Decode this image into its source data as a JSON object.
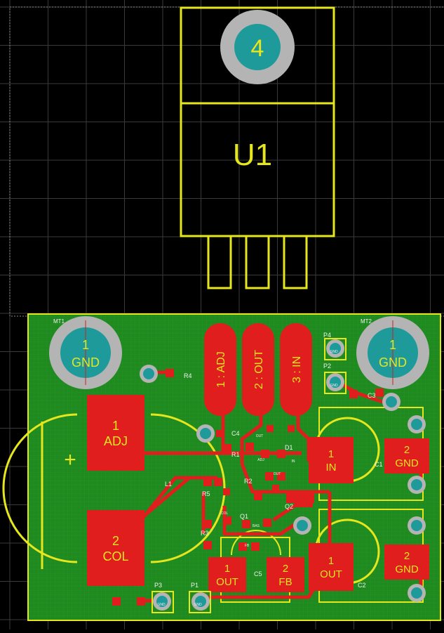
{
  "colors": {
    "background": "#000000",
    "grid": "#3a3a3a",
    "board": "#1f8a1f",
    "silkscreen": "#e6e61e",
    "copper": "#e01e1e",
    "via": "#1e9a9a",
    "mounting_hole": "#b4b4b4"
  },
  "u1": {
    "designator": "U1",
    "tab_pad": "4"
  },
  "mounting_holes": [
    {
      "designator": "MT1",
      "pad": "1",
      "net": "GND"
    },
    {
      "designator": "MT2",
      "pad": "1",
      "net": "GND"
    }
  ],
  "u1_footprint_pads": [
    {
      "label": "1 : ADJ"
    },
    {
      "label": "2 : OUT"
    },
    {
      "label": "3 : IN"
    }
  ],
  "large_pads": [
    {
      "pad": "1",
      "net": "ADJ"
    },
    {
      "pad": "2",
      "net": "COL"
    },
    {
      "pad": "1",
      "net": "IN"
    },
    {
      "pad": "2",
      "net": "GND"
    },
    {
      "pad": "1",
      "net": "OUT"
    },
    {
      "pad": "2",
      "net": "GND"
    },
    {
      "pad": "1",
      "net": "OUT"
    },
    {
      "pad": "2",
      "net": "FB"
    }
  ],
  "designators": {
    "p1": "P1",
    "p2": "P2",
    "p3": "P3",
    "p4": "P4",
    "r1": "R1",
    "r2": "R2",
    "r3": "R3",
    "r4": "R4",
    "r5": "R5",
    "c1": "C1",
    "c2": "C2",
    "c3": "C3",
    "c4": "C4",
    "c5": "C5",
    "d1": "D1",
    "q1": "Q1",
    "q2": "Q2",
    "l1": "L1"
  },
  "small_labels": {
    "gnd": "GND",
    "out": "OUT",
    "in": "IN",
    "col": "COL",
    "adj": "ADJ",
    "bas": "BAS",
    "fb": "FB"
  }
}
